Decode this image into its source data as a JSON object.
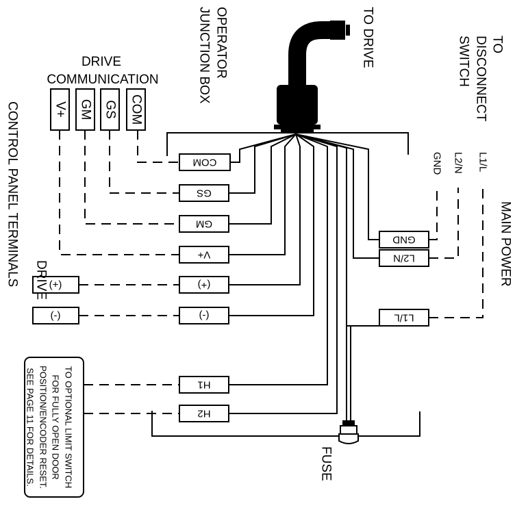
{
  "labels": {
    "to_drive": "TO DRIVE",
    "operator_junction_box_1": "OPERATOR",
    "operator_junction_box_2": "JUNCTION BOX",
    "drive_communication_1": "DRIVE",
    "drive_communication_2": "COMMUNICATION",
    "to_disconnect_1": "TO",
    "to_disconnect_2": "DISCONNECT",
    "to_disconnect_3": "SWITCH",
    "control_panel_terminals": "CONTROL PANEL TERMINALS",
    "drive_side": "DRIVE",
    "main_power": "MAIN POWER",
    "fuse": "FUSE"
  },
  "comm_terminals": [
    "V+",
    "GM",
    "GS",
    "COM"
  ],
  "junction_terminals": {
    "com": "COM",
    "gs": "GS",
    "gm": "GM",
    "vplus": "V+",
    "plus": "(+)",
    "minus": "(-)",
    "h1": "H1",
    "h2": "H2"
  },
  "drive_terminals": {
    "plus": "(+)",
    "minus": "(-)"
  },
  "power_terminals": {
    "gnd": "GND",
    "l2n": "L2/N",
    "l1l": "L1/L"
  },
  "disconnect_labels": {
    "gnd": "GND",
    "l2n": "L2/N",
    "l1l": "L1/L"
  },
  "note_lines": [
    "TO OPTIONAL LIMIT SWITCH",
    "FOR FULLY OPEN DOOR",
    "POSITION/ENCODER RESET.",
    "SEE PAGE 11 FOR DETAILS."
  ]
}
